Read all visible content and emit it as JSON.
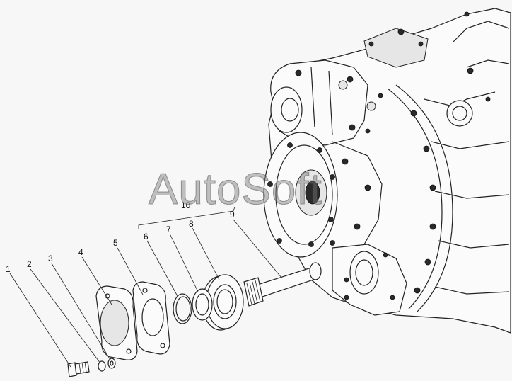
{
  "watermark": "AutoSoft",
  "callouts": [
    "1",
    "2",
    "3",
    "4",
    "5",
    "6",
    "7",
    "8",
    "9",
    "10"
  ],
  "colors": {
    "line": "#222222",
    "background": "#f7f7f7",
    "watermark": "#8c8c8c"
  }
}
